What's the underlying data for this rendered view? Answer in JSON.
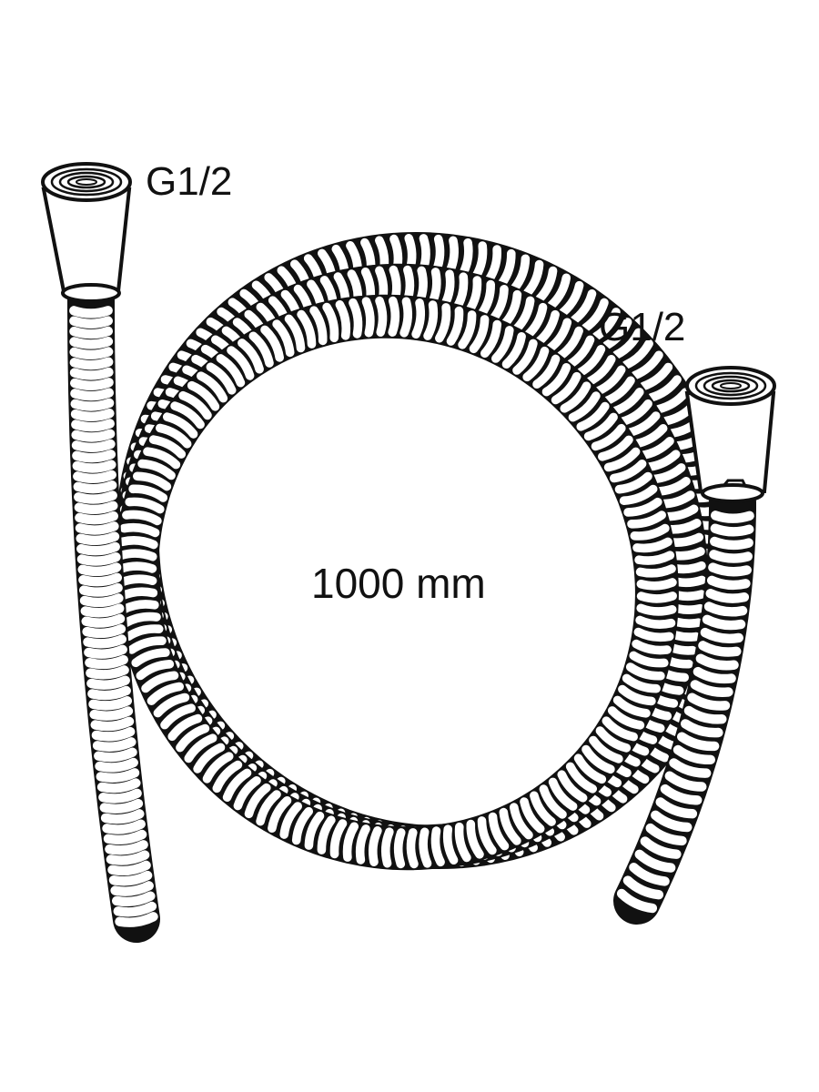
{
  "labels": {
    "left_fitting_thread": "G1/2",
    "right_fitting_thread": "G1/2",
    "hose_length": "1000 mm"
  },
  "colors": {
    "ink": "#111111",
    "background": "#ffffff"
  }
}
